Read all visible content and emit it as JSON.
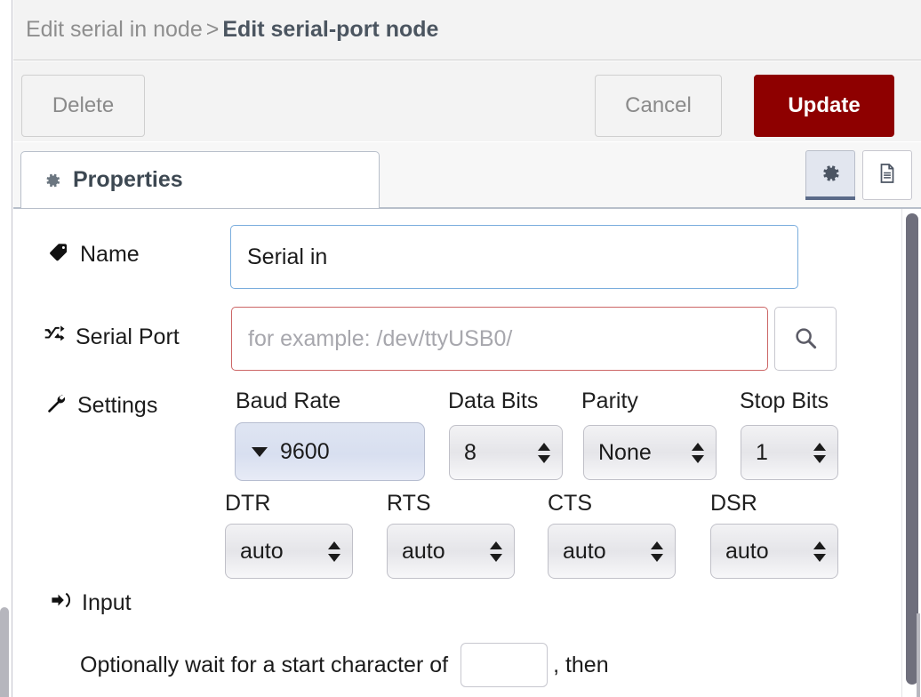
{
  "header": {
    "breadcrumb_parent": "Edit serial in node",
    "breadcrumb_separator": ">",
    "breadcrumb_current": "Edit serial-port node"
  },
  "toolbar": {
    "delete_label": "Delete",
    "cancel_label": "Cancel",
    "update_label": "Update",
    "update_color": "#8e0000"
  },
  "tabs": {
    "properties_label": "Properties",
    "properties_icon": "gear-icon",
    "tools": [
      {
        "name": "settings-tool",
        "icon": "gear-icon",
        "active": true
      },
      {
        "name": "description-tool",
        "icon": "document-icon",
        "active": false
      }
    ]
  },
  "form": {
    "name": {
      "label": "Name",
      "icon": "tag-icon",
      "value": "Serial in",
      "placeholder": "Name"
    },
    "serial_port": {
      "label": "Serial Port",
      "icon": "shuffle-icon",
      "value": "",
      "placeholder": "for example: /dev/ttyUSB0/",
      "search_icon": "search-icon",
      "invalid": true
    },
    "settings": {
      "label": "Settings",
      "icon": "wrench-icon",
      "fields": [
        {
          "name": "baud-rate",
          "label": "Baud Rate",
          "value": "9600"
        },
        {
          "name": "data-bits",
          "label": "Data Bits",
          "value": "8"
        },
        {
          "name": "parity",
          "label": "Parity",
          "value": "None"
        },
        {
          "name": "stop-bits",
          "label": "Stop Bits",
          "value": "1"
        }
      ],
      "flow_control": [
        {
          "name": "dtr",
          "label": "DTR",
          "value": "auto"
        },
        {
          "name": "rts",
          "label": "RTS",
          "value": "auto"
        },
        {
          "name": "cts",
          "label": "CTS",
          "value": "auto"
        },
        {
          "name": "dsr",
          "label": "DSR",
          "value": "auto"
        }
      ]
    },
    "input_section": {
      "label": "Input",
      "icon": "sign-in-icon",
      "start_char_prefix": "Optionally wait for a start character of",
      "start_char_value": "",
      "start_char_suffix": ", then"
    }
  }
}
